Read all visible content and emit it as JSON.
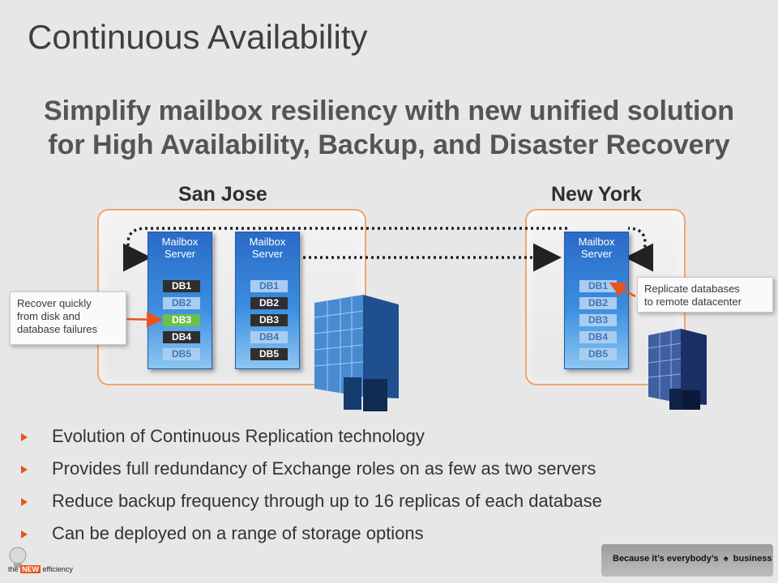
{
  "slide": {
    "title": "Continuous Availability",
    "subtitle_line1": "Simplify mailbox resiliency with new unified solution",
    "subtitle_line2": "for High Availability, Backup, and Disaster Recovery"
  },
  "sites": {
    "left": "San Jose",
    "right": "New York"
  },
  "servers": [
    {
      "label_line1": "Mailbox",
      "label_line2": "Server",
      "dbs": [
        {
          "label": "DB1",
          "state": "active"
        },
        {
          "label": "DB2",
          "state": "passive"
        },
        {
          "label": "DB3",
          "state": "green"
        },
        {
          "label": "DB4",
          "state": "active"
        },
        {
          "label": "DB5",
          "state": "passive"
        }
      ]
    },
    {
      "label_line1": "Mailbox",
      "label_line2": "Server",
      "dbs": [
        {
          "label": "DB1",
          "state": "passive"
        },
        {
          "label": "DB2",
          "state": "active"
        },
        {
          "label": "DB3",
          "state": "active"
        },
        {
          "label": "DB4",
          "state": "passive"
        },
        {
          "label": "DB5",
          "state": "active"
        }
      ]
    },
    {
      "label_line1": "Mailbox",
      "label_line2": "Server",
      "dbs": [
        {
          "label": "DB1",
          "state": "passive"
        },
        {
          "label": "DB2",
          "state": "passive"
        },
        {
          "label": "DB3",
          "state": "passive"
        },
        {
          "label": "DB4",
          "state": "passive"
        },
        {
          "label": "DB5",
          "state": "passive"
        }
      ]
    }
  ],
  "callouts": {
    "left_line1": "Recover quickly",
    "left_line2": "from disk and",
    "left_line3": "database failures",
    "right_line1": "Replicate databases",
    "right_line2": "to remote datacenter"
  },
  "bullets": [
    "Evolution of Continuous Replication technology",
    "Provides full redundancy of Exchange roles on as few as two servers",
    "Reduce backup frequency through up to 16 replicas of each database",
    "Can be deployed on a range of storage options"
  ],
  "footer": {
    "logo_text_a": "the",
    "logo_text_b": "NEW",
    "logo_text_c": "efficiency",
    "tagline_a": "Because it’s everybody’s",
    "tagline_b": "business"
  },
  "colors": {
    "accent_orange": "#e8541e",
    "region_border": "#f0a472",
    "server_blue": "#3b8de0",
    "active_db": "#2f2f2f",
    "passive_db": "#a9cdf0",
    "highlight_db": "#6cc04a"
  },
  "icons": [
    "bullet-triangle-icon",
    "office-building-icon",
    "replication-arrow-icon",
    "lightbulb-logo-icon"
  ]
}
